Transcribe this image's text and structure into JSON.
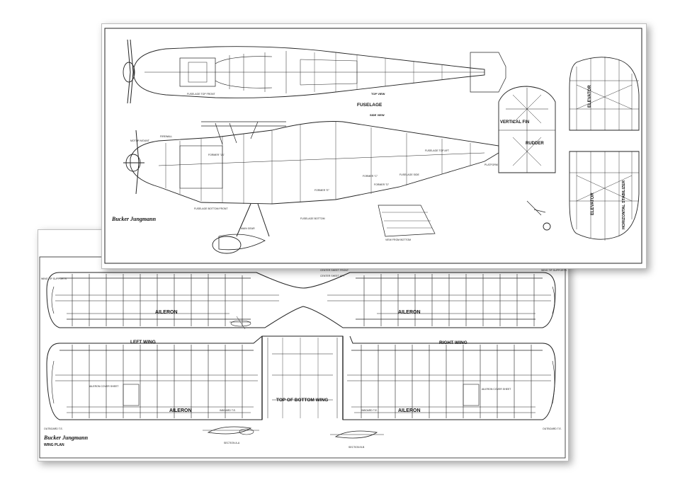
{
  "fuselage_sheet": {
    "title": "Bucker Jungmann",
    "labels": {
      "top_view": "TOP VIEW",
      "fuselage": "FUSELAGE",
      "side_view": "SIDE VIEW",
      "vertical_fin": "VERTICAL FIN",
      "rudder": "RUDDER",
      "elevator_top": "ELEVATOR",
      "elevator_bottom": "ELEVATOR",
      "horizontal_stabilizer": "HORIZONTAL STABILIZER",
      "fuselage_top_front": "FUSELAGE TOP FRONT",
      "fuselage_top_aft": "FUSELAGE TOP AFT",
      "fuselage_bottom_front": "FUSELAGE BOTTOM FRONT",
      "fuselage_bottom": "FUSELAGE BOTTOM",
      "view_from_bottom": "VIEW FROM BOTTOM",
      "fuselage_side": "FUSELAGE SIDE",
      "firewall": "FIREWALL",
      "motor_mount": "MOTOR MOUNT",
      "former_1a": "FORMER \"1A\"",
      "former_c": "FORMER \"C\"",
      "former_d": "FORMER \"D\"",
      "former_e": "FORMER \"E\"",
      "main_gear": "MAIN GEAR",
      "platform": "PLATFORM"
    }
  },
  "wing_sheet": {
    "title": "Bucker Jungmann",
    "subtitle": "WING PLAN",
    "labels": {
      "aileron_top_left": "AILERON",
      "aileron_top_right": "AILERON",
      "aileron_bottom_left": "AILERON",
      "aileron_bottom_right": "AILERON",
      "left_wing": "LEFT WING",
      "right_wing": "RIGHT WING",
      "top_of_bottom_wing": "TOP OF BOTTOM WING",
      "wing_tip_supports_left": "WING TIP SUPPORTS",
      "wing_tip_supports_right": "WING TIP SUPPORTS",
      "aileron_cover_sheet_left": "AILERON COVER SHEET",
      "aileron_cover_sheet_right": "AILERON COVER SHEET",
      "inboard_te_left": "INBOARD T.E.",
      "inboard_te_right": "INBOARD T.E.",
      "outboard_te_left": "OUTBOARD T.E.",
      "outboard_te_right": "OUTBOARD T.E.",
      "section_a": "SECTION A-A",
      "section_b": "SECTION B-B",
      "center_sheet_front": "CENTER SHEET FRONT",
      "center_sheet_aft": "CENTER SHEET AFT"
    }
  }
}
